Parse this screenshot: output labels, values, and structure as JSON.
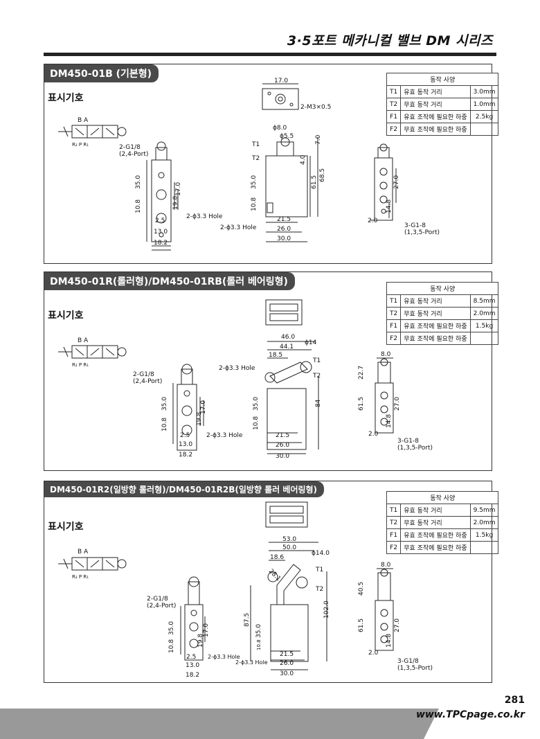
{
  "header": {
    "title": "3·5포트 메카니컬 밸브  DM 시리즈"
  },
  "panels": [
    {
      "tag": "DM450-01B (기본형)",
      "symbol_label": "표시기호",
      "spec_title": "동작 사양",
      "specs": [
        {
          "k": "T1",
          "name": "유효 동작 거리",
          "value": "3.0mm"
        },
        {
          "k": "T2",
          "name": "무효 동작 거리",
          "value": "1.0mm"
        },
        {
          "k": "F1",
          "name": "유효 조작에 필요한 하중",
          "value": "2.5kg"
        },
        {
          "k": "F2",
          "name": "무효 조작에 필요한 하중",
          "value": ""
        }
      ],
      "dims": {
        "port_side": "2-G1/8\n(2,4-Port)",
        "top_w": "17.0",
        "top_thread": "2-M3×0.5",
        "d8": "ϕ8.0",
        "d55": "ϕ5.5",
        "hole1": "2-ϕ3.3 Hole",
        "hole2": "2-ϕ3.3 Hole",
        "v350": "35.0",
        "v108": "10.8",
        "v170": "17.0",
        "v198": "19.8",
        "w25": "2.5",
        "w130": "13.0",
        "w182": "18.2",
        "f350": "35.0",
        "f108": "10.8",
        "f215": "21.5",
        "f260": "26.0",
        "f300": "30.0",
        "h70": "7.0",
        "h40": "4.0",
        "h615": "61.5",
        "h685": "68.5",
        "r270": "27.0",
        "r148": "14.8",
        "r20": "2.0",
        "rport": "3-G1-8\n(1,3,5-Port)",
        "t1": "T1",
        "t2": "T2"
      }
    },
    {
      "tag": "DM450-01R(롤러형)/DM450-01RB(롤러 베어링형)",
      "symbol_label": "표시기호",
      "spec_title": "동작 사양",
      "specs": [
        {
          "k": "T1",
          "name": "유효 동작 거리",
          "value": "8.5mm"
        },
        {
          "k": "T2",
          "name": "무효 동작 거리",
          "value": "2.0mm"
        },
        {
          "k": "F1",
          "name": "유효 조작에 필요한 하중",
          "value": "1.5kg"
        },
        {
          "k": "F2",
          "name": "무효 조작에 필요한 하중",
          "value": ""
        }
      ],
      "dims": {
        "w460": "46.0",
        "w441": "44.1",
        "d14": "ϕ14",
        "w185": "18.5",
        "hole1": "2-ϕ3.3 Hole",
        "hole2": "2-ϕ3.3 Hole",
        "port_side": "2-G1/8\n(2,4-Port)",
        "v350": "35.0",
        "v108": "10.8",
        "v170": "17.0",
        "v198": "19.8",
        "w25": "2.5",
        "w130": "13.0",
        "w182": "18.2",
        "f350": "35.0",
        "f108": "10.8",
        "f215": "21.5",
        "f260": "26.0",
        "f300": "30.0",
        "h84": "84",
        "r80": "8.0",
        "r227": "22.7",
        "r615": "61.5",
        "r270": "27.0",
        "r148": "14.8",
        "r20": "2.0",
        "rport": "3-G1-8\n(1,3,5-Port)",
        "t1": "T1",
        "t2": "T2"
      }
    },
    {
      "tag": "DM450-01R2(일방향 롤러형)/DM450-01R2B(일방향 롤러 베어링형)",
      "symbol_label": "표시기호",
      "spec_title": "동작 사양",
      "specs": [
        {
          "k": "T1",
          "name": "유효 동작 거리",
          "value": "9.5mm"
        },
        {
          "k": "T2",
          "name": "무효 동작 거리",
          "value": "2.0mm"
        },
        {
          "k": "F1",
          "name": "유효 조작에 필요한 하중",
          "value": "1.5kg"
        },
        {
          "k": "F2",
          "name": "무효 조작에 필요한 하중",
          "value": ""
        }
      ],
      "dims": {
        "w530": "53.0",
        "w500": "50.0",
        "d140": "ϕ14.0",
        "w186": "18.6",
        "a28": "28.1",
        "port_side": "2-G1/8\n(2,4-Port)",
        "v350": "35.0",
        "v108": "10.8",
        "v170": "17.0",
        "v198": "19.8",
        "w25": "2.5",
        "w130": "13.0",
        "w182": "18.2",
        "hole1": "2-ϕ3.3 Hole",
        "hole2": "2-ϕ3.3 Hole",
        "f875": "87.5",
        "f350": "35.0",
        "f108": "10.8",
        "f215": "21.5",
        "f260": "26.0",
        "f300": "30.0",
        "h1020": "102.0",
        "r80": "8.0",
        "r405": "40.5",
        "r615": "61.5",
        "r270": "27.0",
        "r148": "14.8",
        "r20": "2.0",
        "rport": "3-G1/8\n(1,3,5-Port)",
        "t1": "T1",
        "t2": "T2"
      }
    }
  ],
  "symbol": {
    "top": "B  A",
    "bottom": "R₂ P R₁"
  },
  "footer": {
    "page": "281",
    "site": "www.TPCpage.co.kr"
  }
}
